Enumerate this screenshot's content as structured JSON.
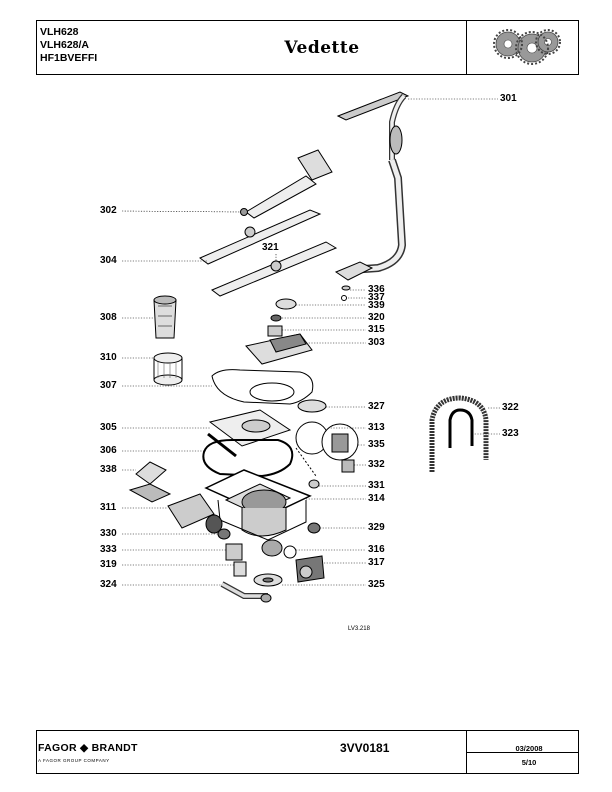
{
  "header": {
    "models": [
      "VLH628",
      "VLH628/A",
      "HF1BVEFFI"
    ],
    "brand": "Vedette"
  },
  "parts": [
    {
      "num": "301"
    },
    {
      "num": "302"
    },
    {
      "num": "304"
    },
    {
      "num": "321"
    },
    {
      "num": "336"
    },
    {
      "num": "337"
    },
    {
      "num": "339"
    },
    {
      "num": "320"
    },
    {
      "num": "315"
    },
    {
      "num": "303"
    },
    {
      "num": "308"
    },
    {
      "num": "310"
    },
    {
      "num": "307"
    },
    {
      "num": "327"
    },
    {
      "num": "305"
    },
    {
      "num": "313"
    },
    {
      "num": "306"
    },
    {
      "num": "335"
    },
    {
      "num": "338"
    },
    {
      "num": "332"
    },
    {
      "num": "331"
    },
    {
      "num": "314"
    },
    {
      "num": "311"
    },
    {
      "num": "329"
    },
    {
      "num": "330"
    },
    {
      "num": "333"
    },
    {
      "num": "316"
    },
    {
      "num": "319"
    },
    {
      "num": "317"
    },
    {
      "num": "324"
    },
    {
      "num": "325"
    },
    {
      "num": "322"
    },
    {
      "num": "323"
    }
  ],
  "drawing_refs": [
    "LV3.218"
  ],
  "footer": {
    "company": "FAGOR ◆ BRANDT",
    "company_sub": "A FAGOR GROUP COMPANY",
    "doc_code": "3VV0181",
    "date": "03/2008",
    "page": "5/10"
  }
}
